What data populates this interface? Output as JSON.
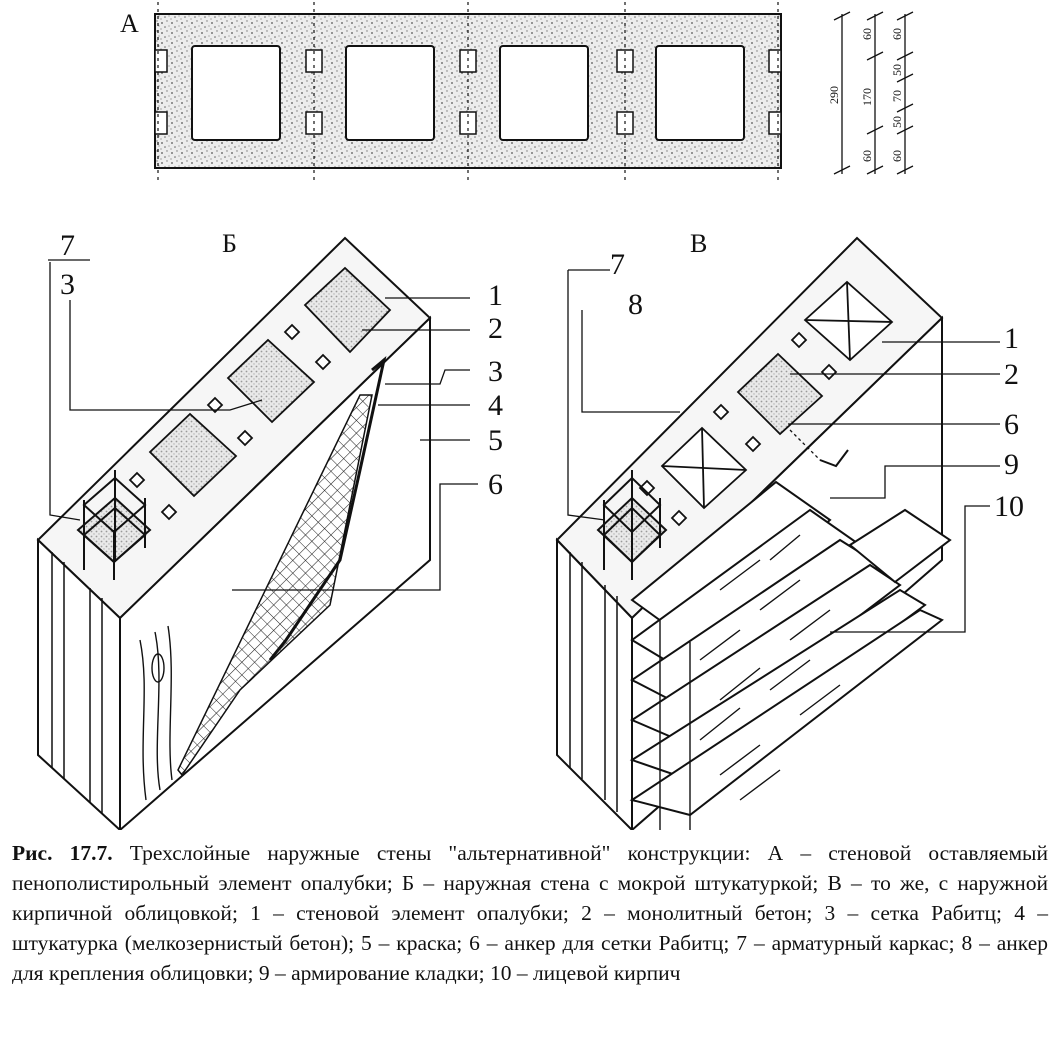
{
  "figure": {
    "panel_a": "А",
    "panel_b": "Б",
    "panel_c": "В",
    "dimensions": {
      "total": "290",
      "center_split": [
        "60",
        "170",
        "60"
      ],
      "right_split": [
        "60",
        "50",
        "70",
        "50",
        "60"
      ]
    },
    "labels_b": [
      "7",
      "3",
      "1",
      "2",
      "3",
      "4",
      "5",
      "6"
    ],
    "labels_c": [
      "7",
      "8",
      "1",
      "2",
      "6",
      "9",
      "10"
    ]
  },
  "caption": {
    "number": "Рис. 17.7.",
    "text": "Трехслойные наружные стены \"альтернативной\" конструкции: А – стеновой оставляемый пенополистирольный элемент опалубки; Б – наружная стена с мокрой штукатуркой; В – то же, с наружной кирпичной облицовкой; 1 – стеновой элемент опалубки; 2 – монолитный бетон; 3 – сетка Рабитц; 4 – штукатурка (мелкозернистый бетон); 5 – краска; 6 – анкер для сетки Рабитц; 7 – арматурный каркас; 8 – анкер для крепления облицовки; 9 – армирование кладки; 10 – лицевой кирпич"
  },
  "colors": {
    "ink": "#111111",
    "fill_light": "#e4e4e4",
    "fill_dots": "#9a9a9a"
  }
}
